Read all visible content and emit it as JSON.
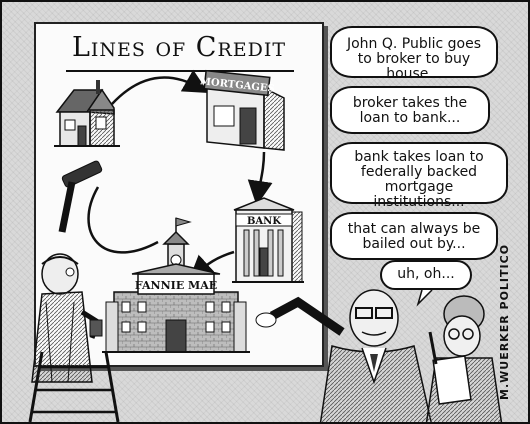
{
  "board": {
    "title": "Lines of Credit"
  },
  "building_labels": {
    "mortgages": "MORTGAGES",
    "bank": "BANK",
    "fannie_mae": "FANNIE MAE"
  },
  "bubbles": {
    "b1": "John Q. Public goes to broker to buy house...",
    "b2": "broker takes the loan to bank...",
    "b3": "bank takes loan to federally backed mortgage institutions...",
    "b4": "that can always be bailed out by...",
    "b5": "uh, oh..."
  },
  "signature": "M.WUERKER POLITICO"
}
